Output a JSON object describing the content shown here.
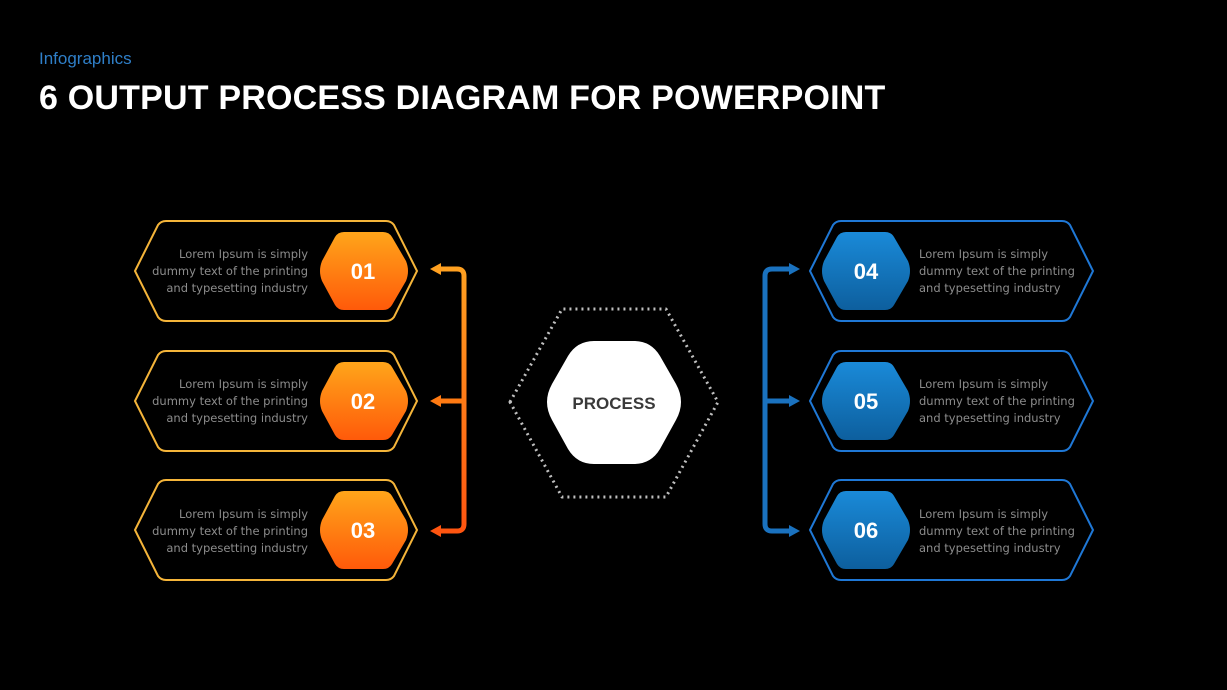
{
  "header": {
    "category": "Infographics",
    "title": "6 OUTPUT PROCESS DIAGRAM FOR POWERPOINT"
  },
  "center": {
    "label": "PROCESS"
  },
  "colors": {
    "background": "#000000",
    "left_accent": "#ff7a10",
    "left_outline": "#f5b53a",
    "right_accent": "#1e7fd0",
    "right_outline": "#1f78d6",
    "center_ring": "#bfbfbf"
  },
  "left_outputs": [
    {
      "number": "01",
      "lines": [
        "Lorem Ipsum is simply",
        "dummy text of the printing",
        "and typesetting industry"
      ]
    },
    {
      "number": "02",
      "lines": [
        "Lorem Ipsum is simply",
        "dummy text of the printing",
        "and typesetting industry"
      ]
    },
    {
      "number": "03",
      "lines": [
        "Lorem Ipsum is simply",
        "dummy text of the printing",
        "and typesetting industry"
      ]
    }
  ],
  "right_outputs": [
    {
      "number": "04",
      "lines": [
        "Lorem Ipsum is simply",
        "dummy text of the printing",
        "and typesetting industry"
      ]
    },
    {
      "number": "05",
      "lines": [
        "Lorem Ipsum is simply",
        "dummy text of the printing",
        "and typesetting industry"
      ]
    },
    {
      "number": "06",
      "lines": [
        "Lorem Ipsum is simply",
        "dummy text of the printing",
        "and typesetting industry"
      ]
    }
  ]
}
